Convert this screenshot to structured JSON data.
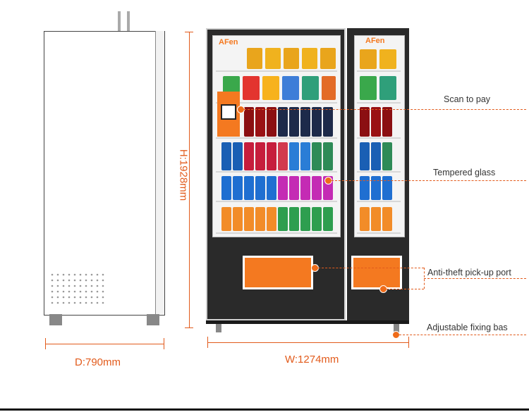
{
  "brand": {
    "machine_logo": "AFen",
    "side_logo": "AFen"
  },
  "dimensions": {
    "depth": "D:790mm",
    "width": "W:1274mm",
    "height": "H:1928mm"
  },
  "callouts": [
    {
      "label": "Scan to pay"
    },
    {
      "label": "Tempered glass"
    },
    {
      "label": "Anti-theft pick-up port"
    },
    {
      "label": "Adjustable fixing bas"
    }
  ],
  "colors": {
    "accent": "#e25b1c",
    "machine_body": "#2a2a2a",
    "pickup_port": "#f47920"
  }
}
